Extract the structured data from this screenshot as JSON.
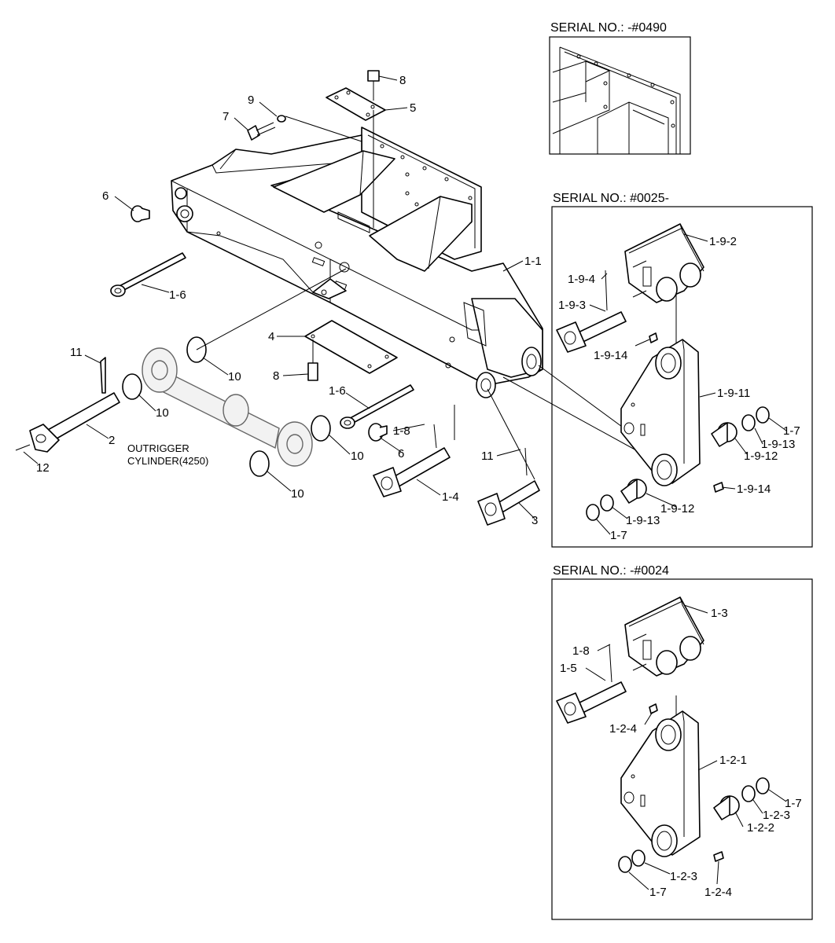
{
  "insets": [
    {
      "id": "inset-top",
      "header": "SERIAL NO.: -#0490"
    },
    {
      "id": "inset-mid",
      "header": "SERIAL NO.: #0025-"
    },
    {
      "id": "inset-bottom",
      "header": "SERIAL NO.: -#0024"
    }
  ],
  "cylinder_label": [
    "OUTRIGGER",
    "CYLINDER(4250)"
  ],
  "callouts": {
    "c8a": "8",
    "c5": "5",
    "c9": "9",
    "c7": "7",
    "c6a": "6",
    "c1_1": "1-1",
    "c1_6a": "1-6",
    "c4": "4",
    "c8b": "8",
    "c11a": "11",
    "c10a": "10",
    "c10b": "10",
    "c2": "2",
    "c12": "12",
    "c1_6b": "1-6",
    "c1_8a": "1-8",
    "c6b": "6",
    "c10c": "10",
    "c10d": "10",
    "c1_4": "1-4",
    "c11b": "11",
    "c3": "3",
    "m1_9_2": "1-9-2",
    "m1_9_4": "1-9-4",
    "m1_9_3": "1-9-3",
    "m1_9_14a": "1-9-14",
    "m1_9_11": "1-9-11",
    "m1_7a": "1-7",
    "m1_9_13a": "1-9-13",
    "m1_9_12a": "1-9-12",
    "m1_9_14b": "1-9-14",
    "m1_9_12b": "1-9-12",
    "m1_9_13b": "1-9-13",
    "m1_7b": "1-7",
    "b1_3": "1-3",
    "b1_8": "1-8",
    "b1_5": "1-5",
    "b1_2_4a": "1-2-4",
    "b1_2_1": "1-2-1",
    "b1_7a": "1-7",
    "b1_2_3a": "1-2-3",
    "b1_2_2": "1-2-2",
    "b1_2_3b": "1-2-3",
    "b1_7b": "1-7",
    "b1_2_4b": "1-2-4"
  }
}
